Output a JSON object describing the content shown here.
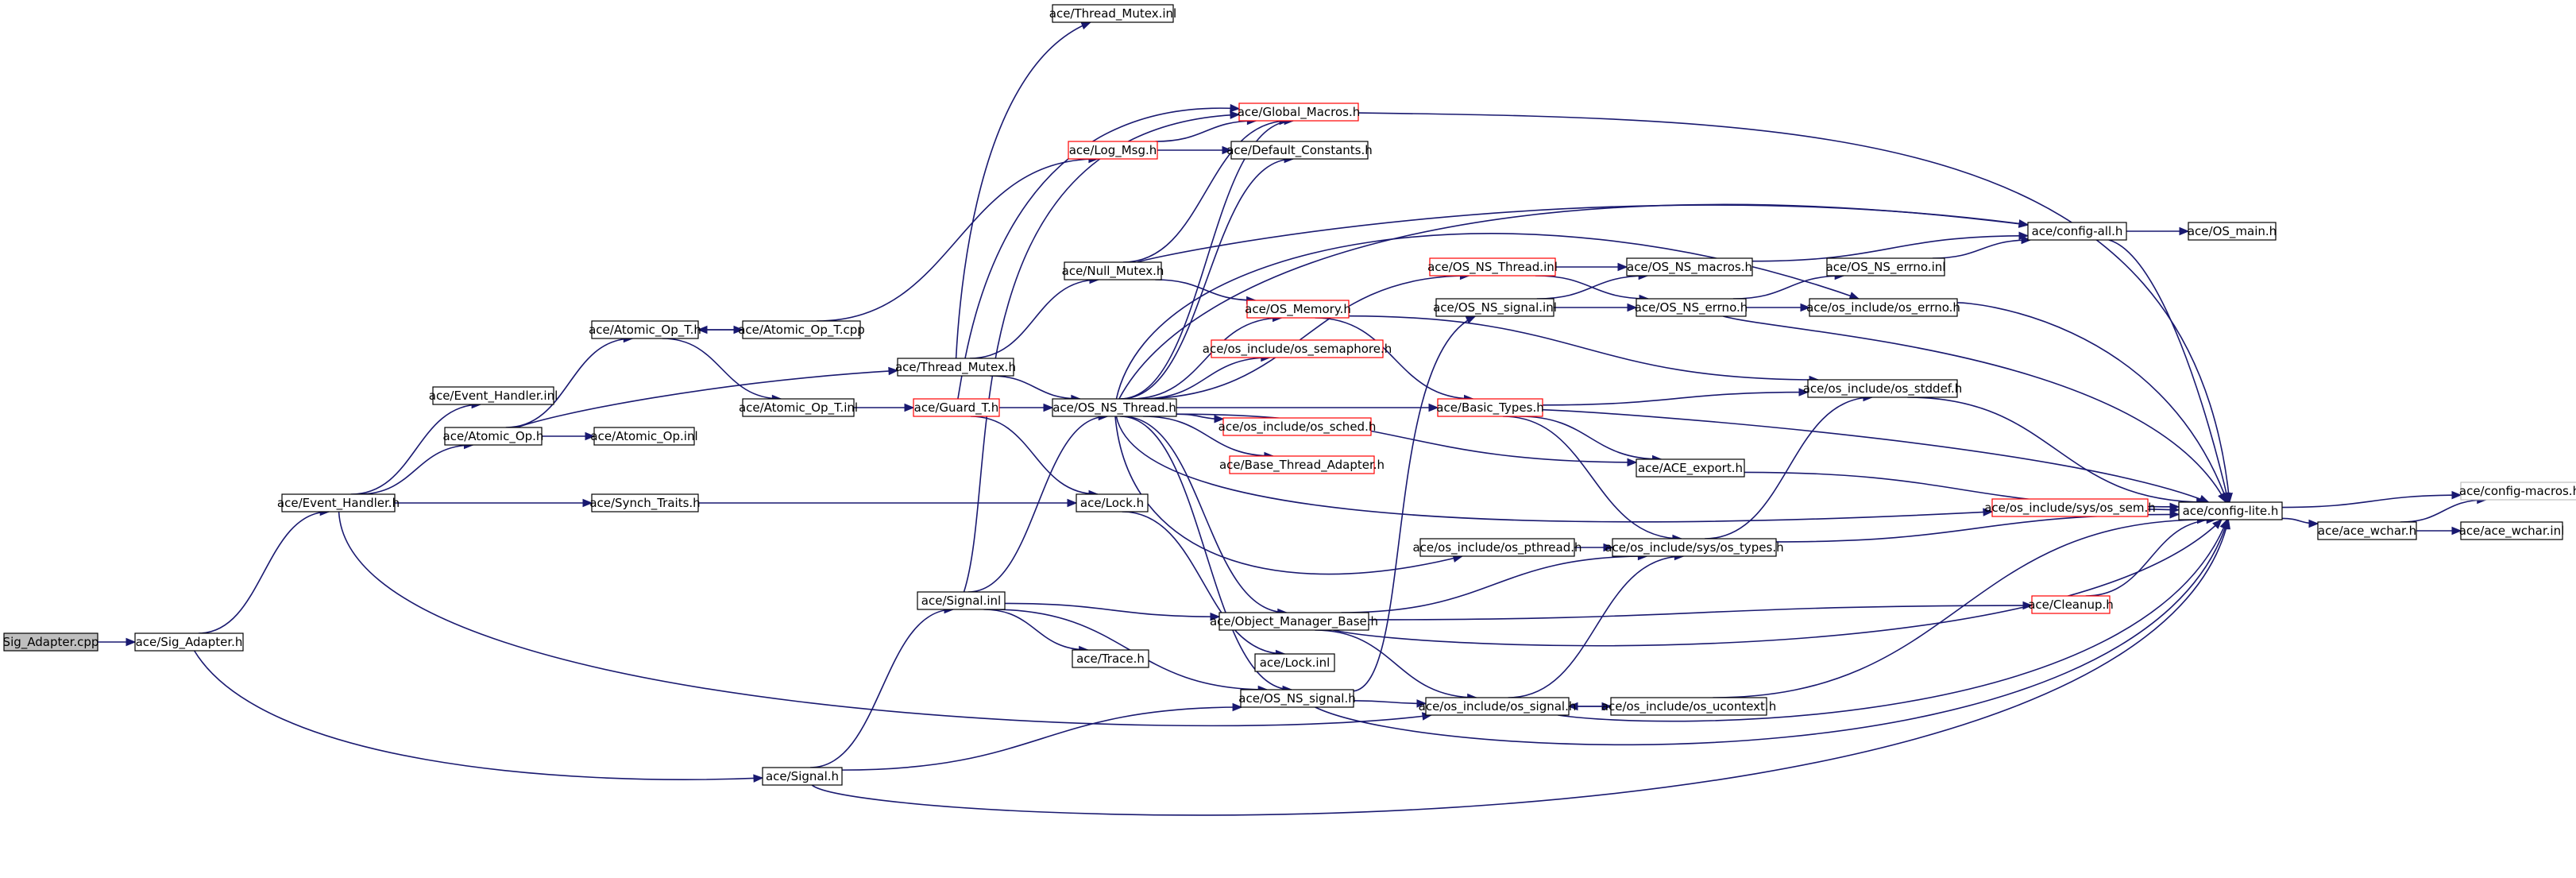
{
  "root": "Sig_Adapter.cpp",
  "colors": {
    "edge": "#191970",
    "node_border": "#000000",
    "node_border_truncated": "#ff0000",
    "node_border_undocumented": "#bfbfbf",
    "root_fill": "#bfbfbf"
  },
  "nodes": [
    {
      "id": "sig_adapter_cpp",
      "label": "Sig_Adapter.cpp",
      "style": "root"
    },
    {
      "id": "sig_adapter_h",
      "label": "ace/Sig_Adapter.h",
      "style": "normal"
    },
    {
      "id": "event_handler_h",
      "label": "ace/Event_Handler.h",
      "style": "normal"
    },
    {
      "id": "event_handler_inl",
      "label": "ace/Event_Handler.inl",
      "style": "normal"
    },
    {
      "id": "atomic_op_h",
      "label": "ace/Atomic_Op.h",
      "style": "normal"
    },
    {
      "id": "atomic_op_t_h",
      "label": "ace/Atomic_Op_T.h",
      "style": "normal"
    },
    {
      "id": "atomic_op_t_cpp",
      "label": "ace/Atomic_Op_T.cpp",
      "style": "normal"
    },
    {
      "id": "atomic_op_t_inl",
      "label": "ace/Atomic_Op_T.inl",
      "style": "normal"
    },
    {
      "id": "atomic_op_inl",
      "label": "ace/Atomic_Op.inl",
      "style": "normal"
    },
    {
      "id": "synch_traits_h",
      "label": "ace/Synch_Traits.h",
      "style": "normal"
    },
    {
      "id": "signal_h",
      "label": "ace/Signal.h",
      "style": "normal"
    },
    {
      "id": "signal_inl",
      "label": "ace/Signal.inl",
      "style": "normal"
    },
    {
      "id": "thread_mutex_inl",
      "label": "ace/Thread_Mutex.inl",
      "style": "normal"
    },
    {
      "id": "thread_mutex_h",
      "label": "ace/Thread_Mutex.h",
      "style": "normal"
    },
    {
      "id": "guard_t_h",
      "label": "ace/Guard_T.h",
      "style": "truncated"
    },
    {
      "id": "log_msg_h",
      "label": "ace/Log_Msg.h",
      "style": "truncated"
    },
    {
      "id": "null_mutex_h",
      "label": "ace/Null_Mutex.h",
      "style": "normal"
    },
    {
      "id": "trace_h",
      "label": "ace/Trace.h",
      "style": "normal"
    },
    {
      "id": "lock_h",
      "label": "ace/Lock.h",
      "style": "normal"
    },
    {
      "id": "os_ns_thread_h",
      "label": "ace/OS_NS_Thread.h",
      "style": "normal"
    },
    {
      "id": "global_macros_h",
      "label": "ace/Global_Macros.h",
      "style": "truncated"
    },
    {
      "id": "default_constants_h",
      "label": "ace/Default_Constants.h",
      "style": "normal"
    },
    {
      "id": "os_memory_h",
      "label": "ace/OS_Memory.h",
      "style": "truncated"
    },
    {
      "id": "os_semaphore_h",
      "label": "ace/os_include/os_semaphore.h",
      "style": "truncated"
    },
    {
      "id": "os_sched_h",
      "label": "ace/os_include/os_sched.h",
      "style": "truncated"
    },
    {
      "id": "base_thread_adapter_h",
      "label": "ace/Base_Thread_Adapter.h",
      "style": "truncated"
    },
    {
      "id": "os_ns_thread_inl",
      "label": "ace/OS_NS_Thread.inl",
      "style": "truncated"
    },
    {
      "id": "os_ns_signal_inl",
      "label": "ace/OS_NS_signal.inl",
      "style": "normal"
    },
    {
      "id": "basic_types_h",
      "label": "ace/Basic_Types.h",
      "style": "truncated"
    },
    {
      "id": "os_pthread_h",
      "label": "ace/os_include/os_pthread.h",
      "style": "normal"
    },
    {
      "id": "object_manager_base_h",
      "label": "ace/Object_Manager_Base.h",
      "style": "normal"
    },
    {
      "id": "lock_inl",
      "label": "ace/Lock.inl",
      "style": "normal"
    },
    {
      "id": "os_ns_signal_h",
      "label": "ace/OS_NS_signal.h",
      "style": "normal"
    },
    {
      "id": "os_signal_h",
      "label": "ace/os_include/os_signal.h",
      "style": "normal"
    },
    {
      "id": "os_ucontext_h",
      "label": "ace/os_include/os_ucontext.h",
      "style": "normal"
    },
    {
      "id": "os_types_h",
      "label": "ace/os_include/sys/os_types.h",
      "style": "normal"
    },
    {
      "id": "ace_export_h",
      "label": "ace/ACE_export.h",
      "style": "normal"
    },
    {
      "id": "os_ns_macros_h",
      "label": "ace/OS_NS_macros.h",
      "style": "normal"
    },
    {
      "id": "os_ns_errno_h",
      "label": "ace/OS_NS_errno.h",
      "style": "normal"
    },
    {
      "id": "os_ns_errno_inl",
      "label": "ace/OS_NS_errno.inl",
      "style": "normal"
    },
    {
      "id": "os_errno_h",
      "label": "ace/os_include/os_errno.h",
      "style": "normal"
    },
    {
      "id": "os_stddef_h",
      "label": "ace/os_include/os_stddef.h",
      "style": "normal"
    },
    {
      "id": "os_sem_h",
      "label": "ace/os_include/sys/os_sem.h",
      "style": "truncated"
    },
    {
      "id": "cleanup_h",
      "label": "ace/Cleanup.h",
      "style": "truncated"
    },
    {
      "id": "config_all_h",
      "label": "ace/config-all.h",
      "style": "normal"
    },
    {
      "id": "os_main_h",
      "label": "ace/OS_main.h",
      "style": "normal"
    },
    {
      "id": "config_lite_h",
      "label": "ace/config-lite.h",
      "style": "normal"
    },
    {
      "id": "ace_wchar_h",
      "label": "ace/ace_wchar.h",
      "style": "normal"
    },
    {
      "id": "ace_wchar_inl",
      "label": "ace/ace_wchar.inl",
      "style": "normal"
    },
    {
      "id": "config_macros_h",
      "label": "ace/config-macros.h",
      "style": "undocumented"
    }
  ],
  "edges": [
    [
      "sig_adapter_cpp",
      "sig_adapter_h"
    ],
    [
      "sig_adapter_h",
      "event_handler_h"
    ],
    [
      "sig_adapter_h",
      "signal_h"
    ],
    [
      "event_handler_h",
      "event_handler_inl"
    ],
    [
      "event_handler_h",
      "atomic_op_h"
    ],
    [
      "event_handler_h",
      "synch_traits_h"
    ],
    [
      "event_handler_h",
      "os_signal_h"
    ],
    [
      "atomic_op_h",
      "atomic_op_t_h"
    ],
    [
      "atomic_op_h",
      "atomic_op_inl"
    ],
    [
      "atomic_op_h",
      "thread_mutex_h"
    ],
    [
      "atomic_op_t_h",
      "atomic_op_t_inl"
    ],
    [
      "atomic_op_t_h",
      "atomic_op_t_cpp"
    ],
    [
      "atomic_op_t_cpp",
      "atomic_op_t_h"
    ],
    [
      "atomic_op_t_cpp",
      "log_msg_h"
    ],
    [
      "atomic_op_t_inl",
      "guard_t_h"
    ],
    [
      "synch_traits_h",
      "lock_h"
    ],
    [
      "signal_h",
      "signal_inl"
    ],
    [
      "signal_h",
      "os_ns_signal_h"
    ],
    [
      "signal_h",
      "config_lite_h"
    ],
    [
      "signal_inl",
      "trace_h"
    ],
    [
      "signal_inl",
      "object_manager_base_h"
    ],
    [
      "signal_inl",
      "os_ns_thread_h"
    ],
    [
      "signal_inl",
      "global_macros_h"
    ],
    [
      "signal_inl",
      "os_ns_signal_h"
    ],
    [
      "thread_mutex_h",
      "thread_mutex_inl"
    ],
    [
      "thread_mutex_h",
      "null_mutex_h"
    ],
    [
      "thread_mutex_h",
      "os_ns_thread_h"
    ],
    [
      "guard_t_h",
      "os_ns_thread_h"
    ],
    [
      "guard_t_h",
      "lock_h"
    ],
    [
      "guard_t_h",
      "global_macros_h"
    ],
    [
      "log_msg_h",
      "global_macros_h"
    ],
    [
      "log_msg_h",
      "default_constants_h"
    ],
    [
      "null_mutex_h",
      "os_memory_h"
    ],
    [
      "null_mutex_h",
      "global_macros_h"
    ],
    [
      "null_mutex_h",
      "config_all_h"
    ],
    [
      "lock_h",
      "lock_inl"
    ],
    [
      "os_ns_thread_h",
      "os_ns_thread_inl"
    ],
    [
      "os_ns_thread_h",
      "os_memory_h"
    ],
    [
      "os_ns_thread_h",
      "os_semaphore_h"
    ],
    [
      "os_ns_thread_h",
      "os_sched_h"
    ],
    [
      "os_ns_thread_h",
      "base_thread_adapter_h"
    ],
    [
      "os_ns_thread_h",
      "basic_types_h"
    ],
    [
      "os_ns_thread_h",
      "ace_export_h"
    ],
    [
      "os_ns_thread_h",
      "os_sem_h"
    ],
    [
      "os_ns_thread_h",
      "os_pthread_h"
    ],
    [
      "os_ns_thread_h",
      "object_manager_base_h"
    ],
    [
      "os_ns_thread_h",
      "os_ns_signal_h"
    ],
    [
      "os_ns_thread_h",
      "global_macros_h"
    ],
    [
      "os_ns_thread_h",
      "default_constants_h"
    ],
    [
      "os_ns_thread_h",
      "config_all_h"
    ],
    [
      "os_ns_thread_h",
      "os_errno_h"
    ],
    [
      "os_ns_thread_inl",
      "os_ns_macros_h"
    ],
    [
      "os_ns_thread_inl",
      "os_ns_errno_h"
    ],
    [
      "os_memory_h",
      "basic_types_h"
    ],
    [
      "os_memory_h",
      "os_stddef_h"
    ],
    [
      "os_ns_signal_inl",
      "os_ns_macros_h"
    ],
    [
      "os_ns_signal_inl",
      "os_ns_errno_h"
    ],
    [
      "os_ns_macros_h",
      "config_all_h"
    ],
    [
      "os_ns_errno_h",
      "os_ns_errno_inl"
    ],
    [
      "os_ns_errno_h",
      "os_errno_h"
    ],
    [
      "os_ns_errno_h",
      "config_lite_h"
    ],
    [
      "os_ns_errno_inl",
      "config_all_h"
    ],
    [
      "os_errno_h",
      "config_lite_h"
    ],
    [
      "basic_types_h",
      "os_stddef_h"
    ],
    [
      "basic_types_h",
      "ace_export_h"
    ],
    [
      "basic_types_h",
      "os_types_h"
    ],
    [
      "basic_types_h",
      "config_lite_h"
    ],
    [
      "os_pthread_h",
      "os_types_h"
    ],
    [
      "object_manager_base_h",
      "os_types_h"
    ],
    [
      "object_manager_base_h",
      "cleanup_h"
    ],
    [
      "object_manager_base_h",
      "os_signal_h"
    ],
    [
      "object_manager_base_h",
      "config_lite_h"
    ],
    [
      "os_ns_signal_h",
      "os_signal_h"
    ],
    [
      "os_ns_signal_h",
      "os_ns_signal_inl"
    ],
    [
      "os_ns_signal_h",
      "config_lite_h"
    ],
    [
      "os_signal_h",
      "os_types_h"
    ],
    [
      "os_signal_h",
      "os_ucontext_h"
    ],
    [
      "os_signal_h",
      "config_lite_h"
    ],
    [
      "os_ucontext_h",
      "os_signal_h"
    ],
    [
      "os_ucontext_h",
      "config_lite_h"
    ],
    [
      "os_types_h",
      "os_stddef_h"
    ],
    [
      "os_types_h",
      "config_lite_h"
    ],
    [
      "ace_export_h",
      "config_lite_h"
    ],
    [
      "os_stddef_h",
      "config_lite_h"
    ],
    [
      "os_sem_h",
      "config_lite_h"
    ],
    [
      "cleanup_h",
      "config_lite_h"
    ],
    [
      "global_macros_h",
      "config_lite_h"
    ],
    [
      "config_all_h",
      "os_main_h"
    ],
    [
      "config_all_h",
      "config_lite_h"
    ],
    [
      "config_lite_h",
      "ace_wchar_h"
    ],
    [
      "config_lite_h",
      "config_macros_h"
    ],
    [
      "ace_wchar_h",
      "ace_wchar_inl"
    ],
    [
      "ace_wchar_h",
      "config_macros_h"
    ]
  ]
}
